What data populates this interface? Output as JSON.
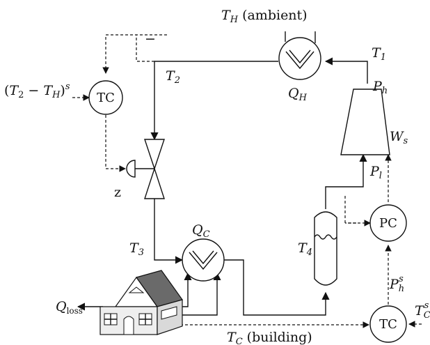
{
  "labels": {
    "th_ambient": "T_H (ambient)",
    "t1": "T_1",
    "t2": "T_2",
    "t3": "T_3",
    "t4": "T_4",
    "qh": "Q_H",
    "qc": "Q_C",
    "ph": "P_h",
    "pl": "P_l",
    "ws": "W_s",
    "t2_th_s": "(T_2 − T_H)^s",
    "z": "z",
    "q_loss": "Q_loss",
    "phs": "P_h^s",
    "tcs": "T_C^s",
    "tc_building": "T_C (building)"
  },
  "controllers": {
    "tc_top": "TC",
    "pc": "PC",
    "tc_bottom": "TC"
  },
  "minus_sign": "−"
}
